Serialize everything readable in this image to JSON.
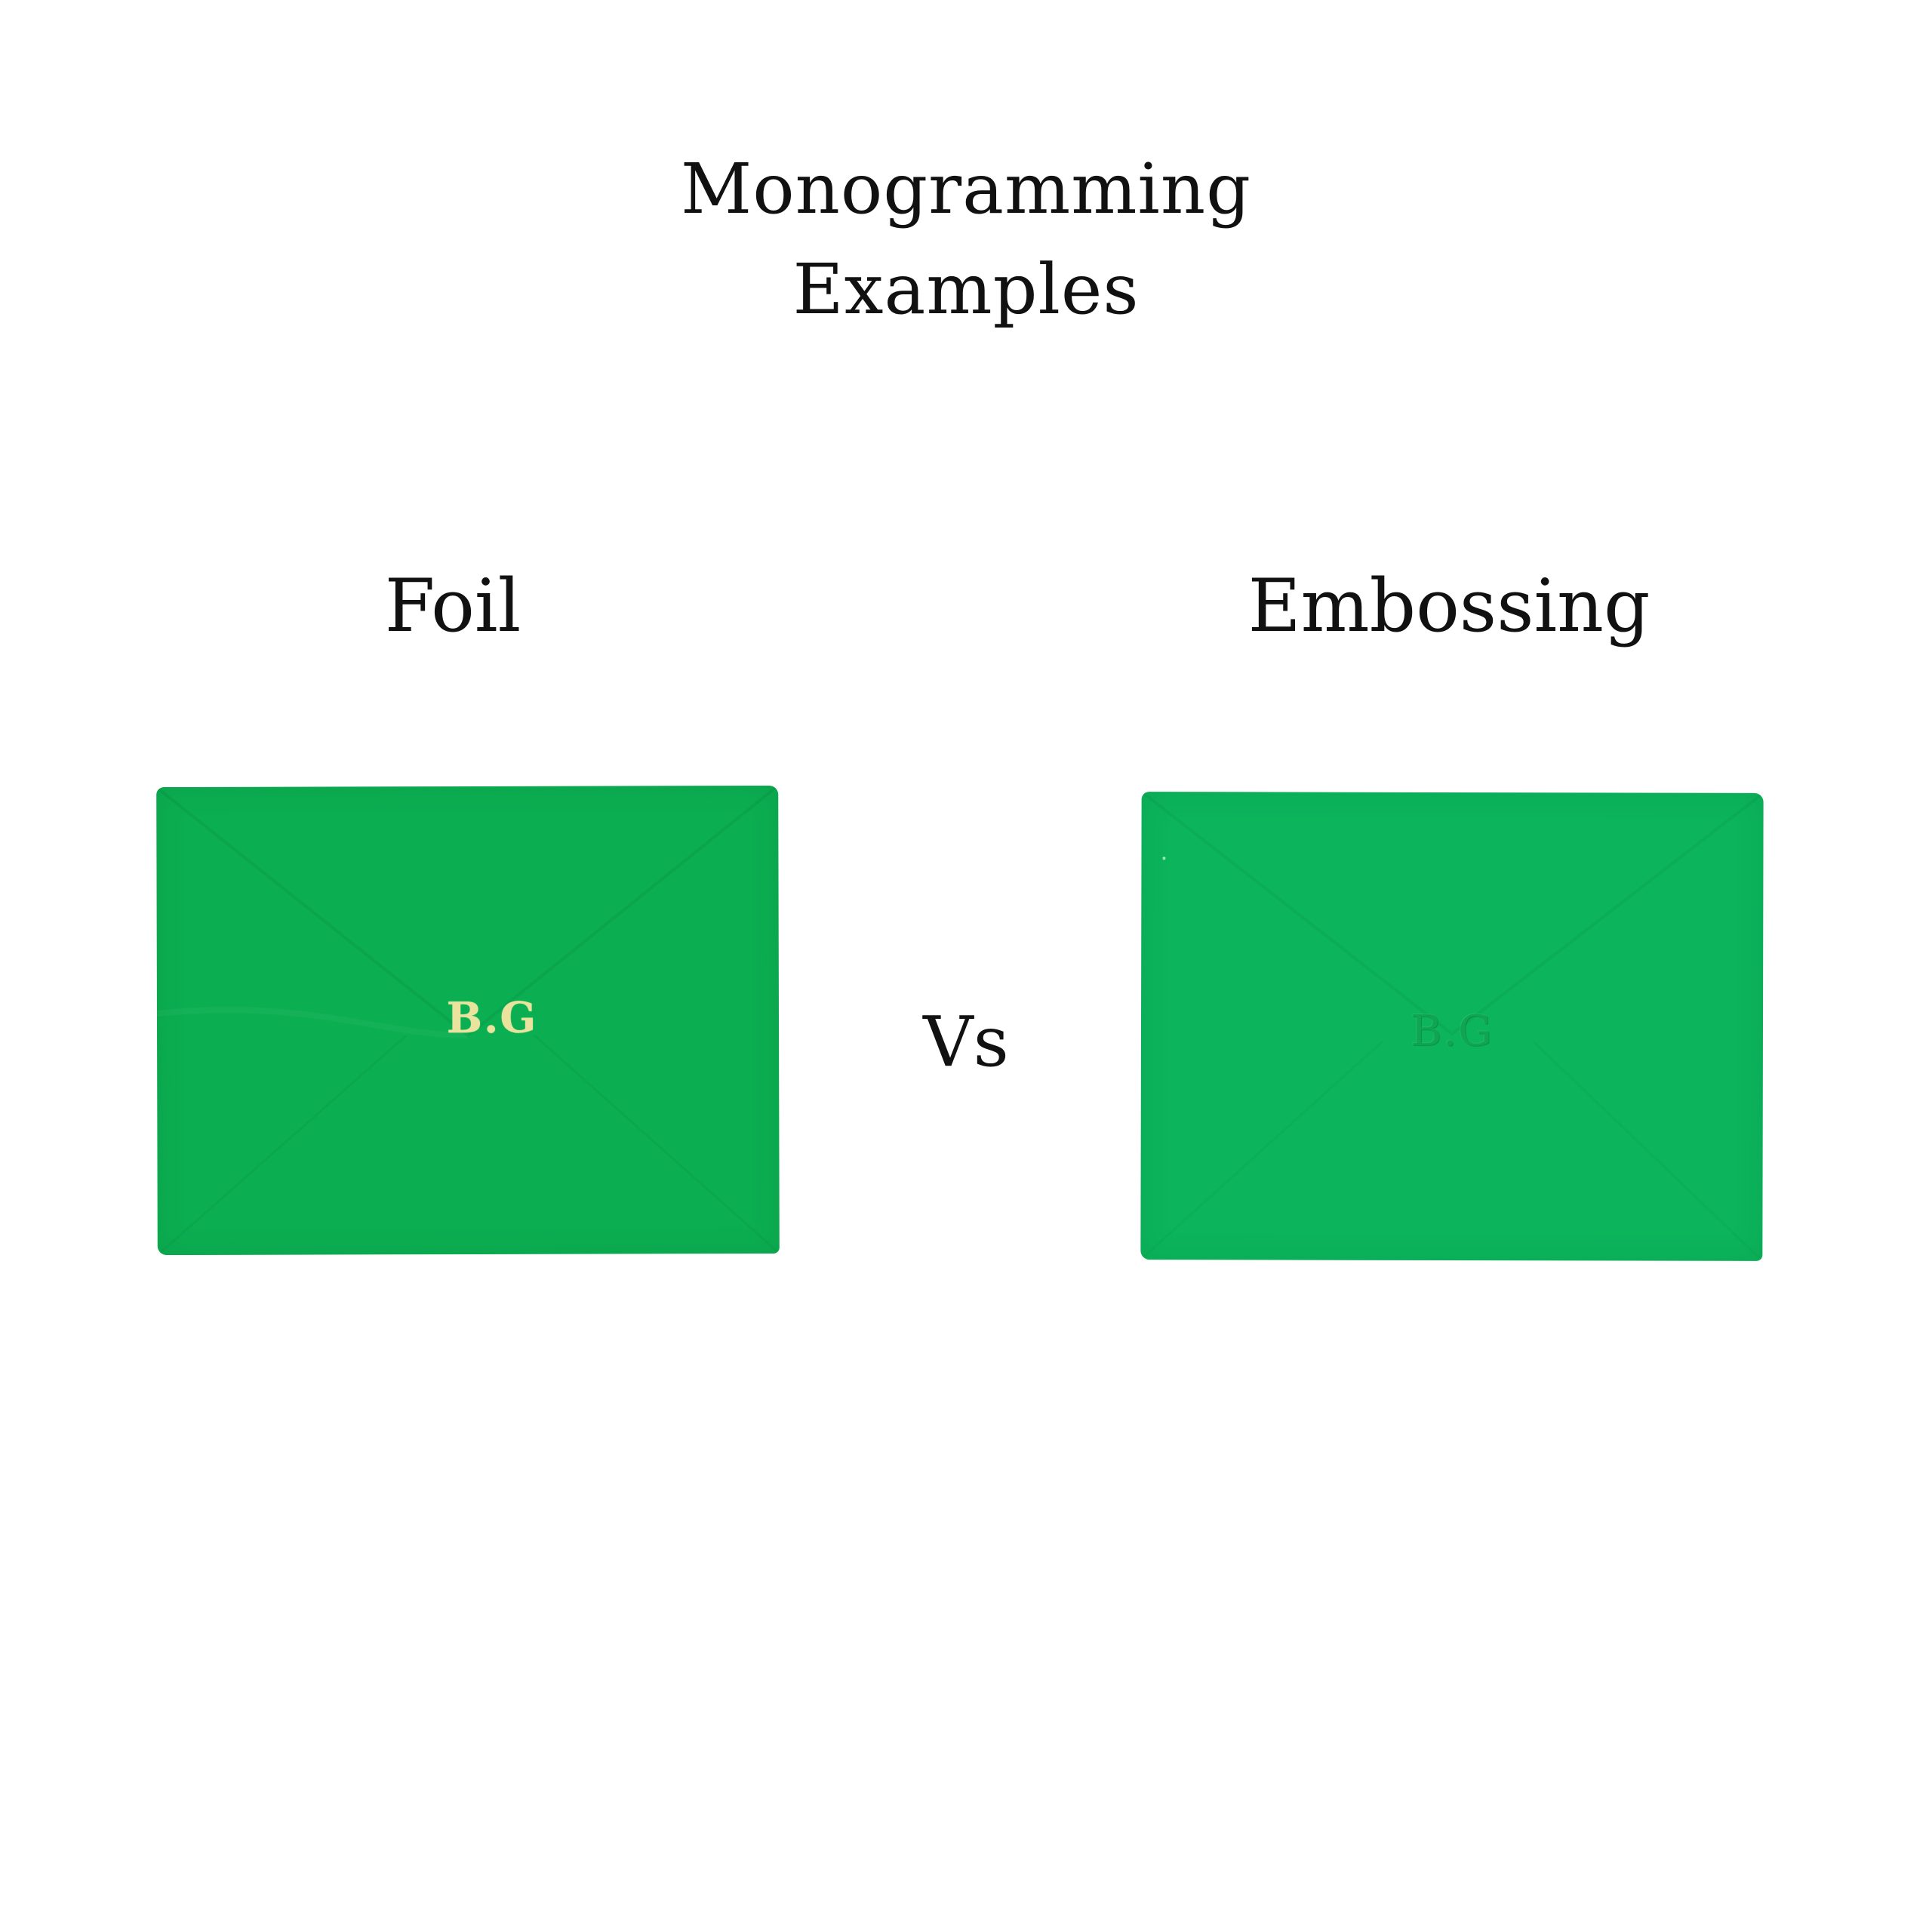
{
  "title": {
    "line1": "Monogramming",
    "line2": "Examples"
  },
  "labels": {
    "foil": "Foil",
    "embossing": "Embossing",
    "vs": "Vs"
  },
  "cards": {
    "foil": {
      "monogram": "B.G",
      "card_color": "#0cae52",
      "monogram_color": "#e9e39d"
    },
    "embossing": {
      "monogram": "B.G",
      "card_color": "#0cb45c",
      "monogram_color": "#11a452"
    }
  }
}
